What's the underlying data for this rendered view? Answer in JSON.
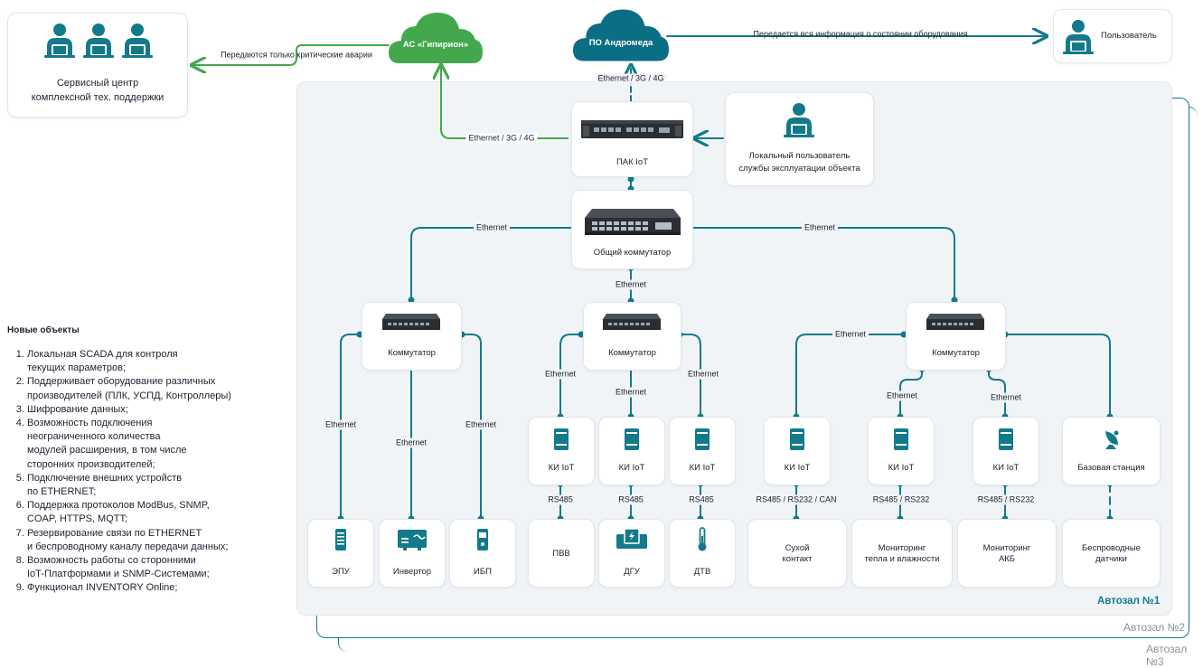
{
  "colors": {
    "teal": "#127a8a",
    "green": "#43a84d",
    "andromeda": "#0b6e84",
    "panel": "#f1f4f7",
    "border": "#e2e7ec",
    "text": "#1d2230",
    "muted": "#8b939e"
  },
  "service_center": {
    "line1": "Сервисный центр",
    "line2": "комплексной тех. поддержки",
    "icon": "person-laptop-icon"
  },
  "clouds": {
    "giperion": "АС «Гипирион»",
    "andromeda": "ПО Андромеда"
  },
  "user": {
    "label": "Пользователь",
    "icon": "person-laptop-icon"
  },
  "local_user": {
    "line1": "Локальный пользователь",
    "line2": "службы эксплуатации объекта",
    "icon": "person-laptop-icon"
  },
  "arrows": {
    "critical": "Передаются только критические аварии",
    "all_info": "Передается вся информация о состоянии оборудования"
  },
  "pak": {
    "label": "ПАК IoT"
  },
  "main_switch": {
    "label": "Общий коммутатор"
  },
  "switch_label": "Коммутатор",
  "ki_label": "КИ IoT",
  "link_labels": {
    "eth": "Ethernet",
    "eth_3g": "Ethernet / 3G / 4G",
    "rs485": "RS485",
    "rs_all": "RS485 / RS232 / CAN",
    "rs_232": "RS485 / RS232"
  },
  "left_devices": [
    "ЭПУ",
    "Инвертор",
    "ИБП"
  ],
  "mid_devices": [
    "ПВВ",
    "ДГУ",
    "ДТВ"
  ],
  "right_devices": {
    "dry": [
      "Сухой",
      "контакт"
    ],
    "temp": [
      "Мониторинг",
      "тепла и влажности"
    ],
    "akb": [
      "Мониторинг",
      "АКБ"
    ],
    "wireless": [
      "Беспроводные",
      "датчики"
    ]
  },
  "base_station": "Базовая станция",
  "halls": [
    "Автозал №1",
    "Автозал №2",
    "Автозал №3"
  ],
  "notes": {
    "title": "Новые объекты",
    "items": [
      [
        "Локальная SCADA для контроля",
        "текущих параметров;"
      ],
      [
        "Поддерживает оборудование различных",
        "производителей (ПЛК, УСПД, Контроллеры)"
      ],
      [
        "Шифрование данных;"
      ],
      [
        "Возможность подключения",
        "неограниченного количества",
        "модулей расширения, в том числе",
        "сторонних производителей;"
      ],
      [
        "Подключение внешних устройств",
        "по ETHERNET;"
      ],
      [
        "Поддержка протоколов ModBus, SNMP,",
        "COAP, HTTPS, MQTT;"
      ],
      [
        "Резервирование связи по ETHERNET",
        "и беспроводному каналу передачи данных;"
      ],
      [
        "Возможность работы со сторонними",
        "IoT-Платформами и SNMP-Системами;"
      ],
      [
        "Функционал INVENTORY Online;"
      ]
    ]
  }
}
